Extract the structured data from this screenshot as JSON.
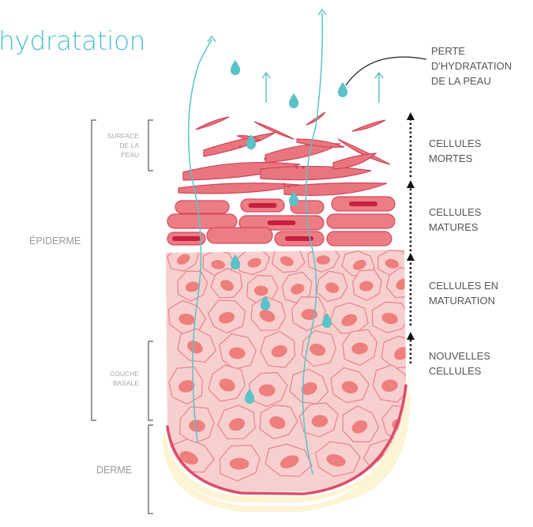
{
  "title": "hydratation",
  "labels": {
    "perte": "PERTE\nD'HYDRATATION\nDE LA PEAU",
    "cellules_mortes": "CELLULES\nMORTES",
    "cellules_matures": "CELLULES\nMATURES",
    "cellules_en_maturation": "CELLULES EN\nMATURATION",
    "nouvelles_cellules": "NOUVELLES\nCELLULES",
    "surface": "SURFACE\nDE LA\nPEAU",
    "epiderme": "ÉPIDERME",
    "couche_basale": "COUCHE\nBASALE",
    "derme": "DERME"
  },
  "colors": {
    "water": "#5bc2c8",
    "dead_cell": "#e9767e",
    "mature_cell": "#ec7d84",
    "young_cell": "#f8cfcf",
    "nucleus": "#ee7f7c",
    "derme": "#fcf4d4",
    "basal_line": "#d94e6a"
  }
}
